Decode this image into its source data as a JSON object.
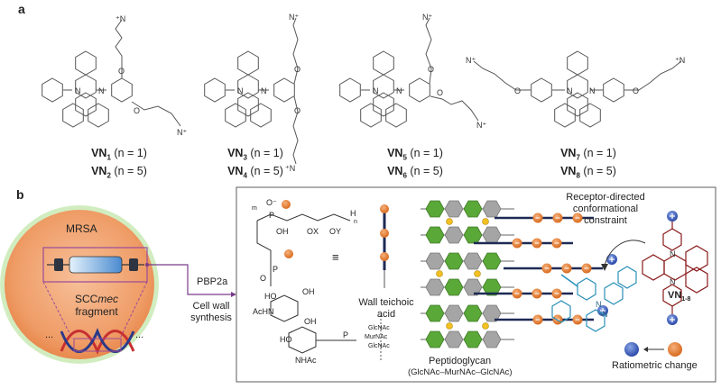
{
  "panel_a": {
    "label": "a",
    "compounds": [
      {
        "name1": "VN",
        "sub1": "1",
        "n1": "(n = 1)",
        "name2": "VN",
        "sub2": "2",
        "n2": "(n = 5)"
      },
      {
        "name1": "VN",
        "sub1": "3",
        "n1": "(n = 1)",
        "name2": "VN",
        "sub2": "4",
        "n2": "(n = 5)"
      },
      {
        "name1": "VN",
        "sub1": "5",
        "n1": "(n = 1)",
        "name2": "VN",
        "sub2": "6",
        "n2": "(n = 5)"
      },
      {
        "name1": "VN",
        "sub1": "7",
        "n1": "(n = 1)",
        "name2": "VN",
        "sub2": "8",
        "n2": "(n = 5)"
      }
    ],
    "atom_labels": {
      "nitrogen": "N",
      "oxygen": "O",
      "ammonium": "+N",
      "repeat": "n"
    }
  },
  "panel_b": {
    "label": "b",
    "cell": {
      "title": "MRSA",
      "gene_label_prefix": "SCC",
      "gene_label_italic": "mec",
      "gene_label_suffix": "fragment",
      "ellipsis": "..."
    },
    "arrow": {
      "top": "PBP2a",
      "bottom1": "Cell wall",
      "bottom2": "synthesis"
    },
    "wta": {
      "label1": "Wall teichoic",
      "label2": "acid",
      "equiv": "≡",
      "struct": [
        "O",
        "P",
        "OH",
        "OX",
        "OY",
        "H",
        "n",
        "m",
        "HO",
        "AcHN",
        "NHAc",
        "GlcNAc",
        "MurNAc",
        "GlcNAc"
      ]
    },
    "peptidoglycan": {
      "label": "Peptidoglycan",
      "sublabel": "(GlcNAc–MurNAc–GlcNAc)"
    },
    "receptor": {
      "line1": "Receptor-directed",
      "line2": "conformational",
      "line3": "constraint"
    },
    "probe": {
      "name": "VN",
      "sub": "1-8"
    },
    "ratiometric": "Ratiometric change",
    "colors": {
      "cell": "#f0a070",
      "halo": "#a8d890",
      "box": "#9a4a9a",
      "green": "#5aa838",
      "gray": "#a0a0a0",
      "orange": "#e07830",
      "navy": "#1e2a55",
      "blue": "#3050b0",
      "cyan": "#2b90b8",
      "red": "#8a1a1a",
      "yellow": "#f2c020"
    }
  }
}
